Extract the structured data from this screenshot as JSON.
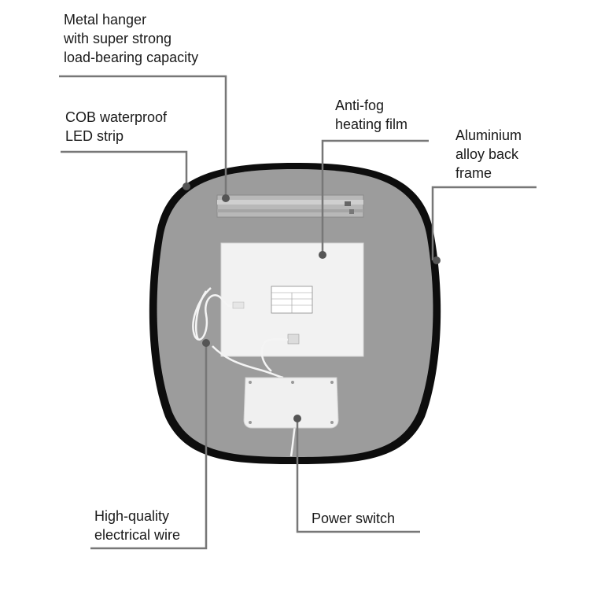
{
  "callouts": {
    "metal_hanger": {
      "lines": [
        "Metal hanger",
        "with super strong",
        "load-bearing capacity"
      ]
    },
    "cob_led_strip": {
      "lines": [
        "COB waterproof",
        "LED strip"
      ]
    },
    "anti_fog_film": {
      "lines": [
        "Anti-fog",
        "heating film"
      ]
    },
    "back_frame": {
      "lines": [
        "Aluminium",
        "alloy back",
        "frame"
      ]
    },
    "electrical_wire": {
      "lines": [
        "High-quality",
        "electrical wire"
      ]
    },
    "power_switch": {
      "lines": [
        "Power switch"
      ]
    }
  },
  "colors": {
    "frame": "#0d0d0d",
    "back_panel": "#9c9c9c",
    "leader_line": "#777777",
    "dot": "#555555",
    "film": "#f2f2f2",
    "hanger": "#b8b8b8",
    "switch_box": "#f0f0f0"
  }
}
